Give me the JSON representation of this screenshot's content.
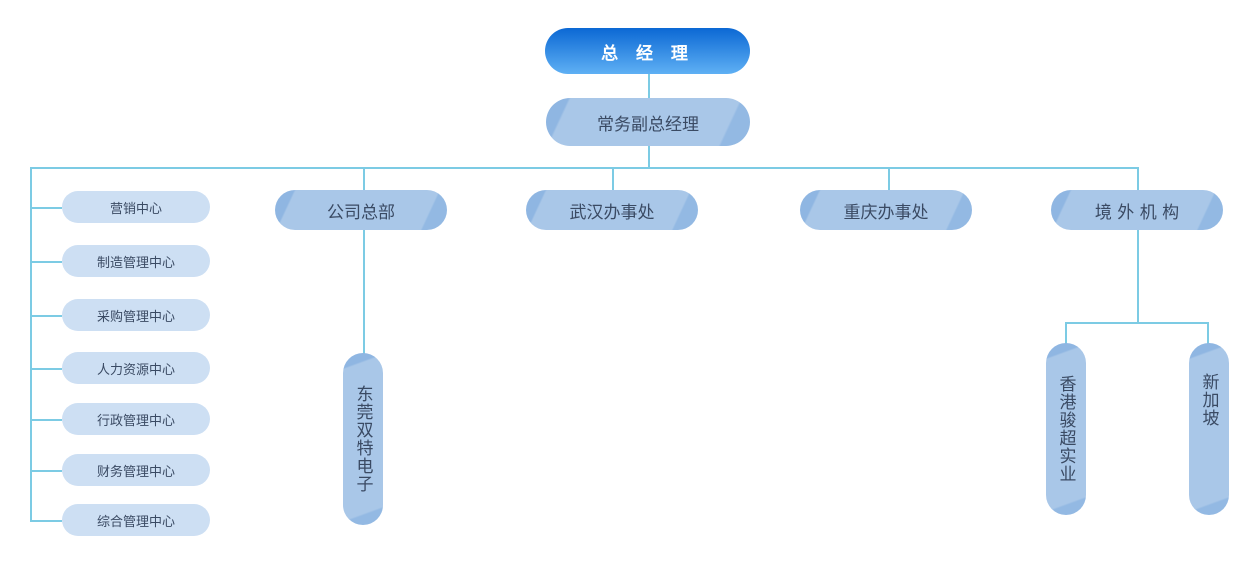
{
  "ceo": "总 经 理",
  "deputy": "常务副总经理",
  "centers": [
    "营销中心",
    "制造管理中心",
    "采购管理中心",
    "人力资源中心",
    "行政管理中心",
    "财务管理中心",
    "综合管理中心"
  ],
  "branches": [
    "公司总部",
    "武汉办事处",
    "重庆办事处",
    "境 外 机 构"
  ],
  "hq_sub": [
    "东莞双特电子"
  ],
  "overseas_sub": [
    "香港骏超实业",
    "新加坡"
  ]
}
